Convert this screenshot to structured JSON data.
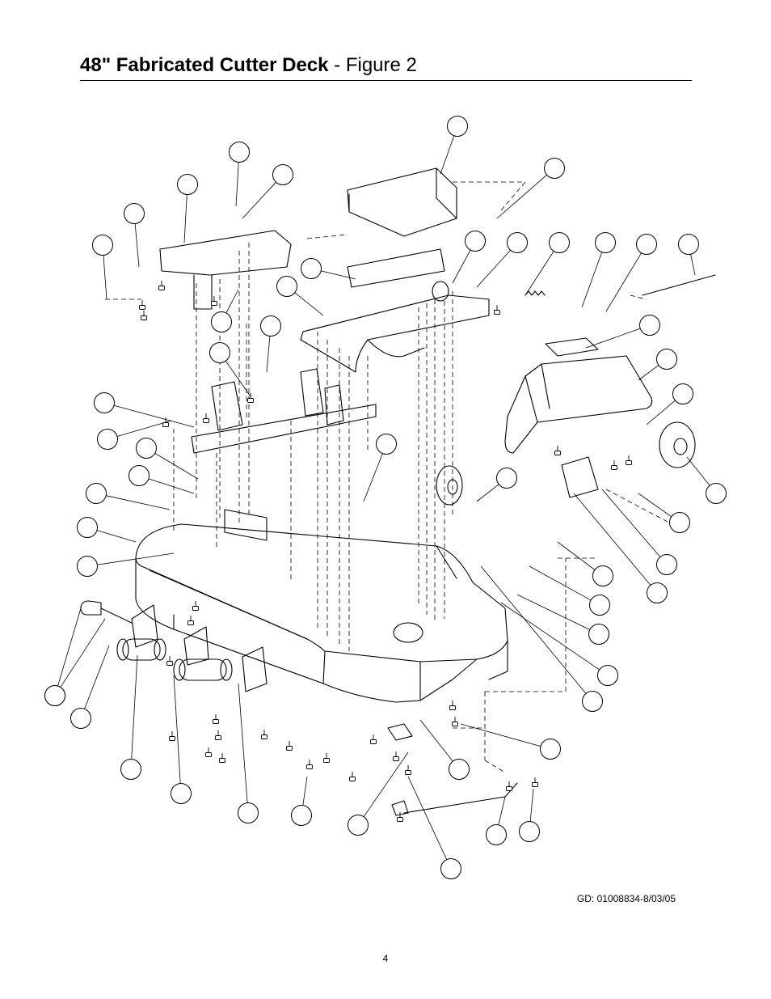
{
  "page": {
    "title_bold": "48\" Fabricated Cutter Deck",
    "title_rest": " - Figure 2",
    "doc_id": "GD: 01008834-8/03/05",
    "page_number": "4"
  },
  "diagram": {
    "callout_count": 52,
    "line_color": "#000000",
    "background": "#ffffff"
  }
}
